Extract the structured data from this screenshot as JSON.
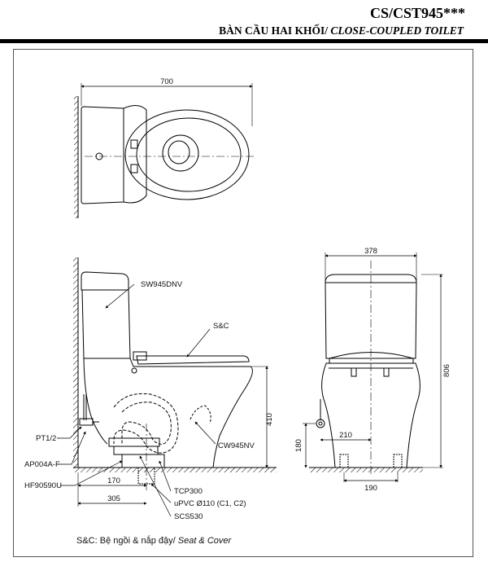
{
  "header": {
    "model": "CS/CST945***",
    "title_vi": "BÀN CẦU HAI KHỐI/",
    "title_en": " CLOSE-COUPLED TOILET"
  },
  "dimensions": {
    "top_width": "700",
    "front_width": "378",
    "height": "806",
    "bowl_height": "410",
    "inlet_height": "180",
    "inlet_offset": "210",
    "outlet_width": "190",
    "rough_in_170": "170",
    "rough_in_305": "305"
  },
  "labels": {
    "tank": "SW945DNV",
    "seat": "S&C",
    "bowl": "CW945NV",
    "pt": "PT1/2",
    "ap": "AP004A-F",
    "hf": "HF90590U",
    "tcp": "TCP300",
    "upvc": "uPVC Ø110 (C1, C2)",
    "scs": "SCS530"
  },
  "footnote": {
    "vi": "S&C: Bệ ngồi & nắp đậy/ ",
    "en": "Seat & Cover"
  }
}
